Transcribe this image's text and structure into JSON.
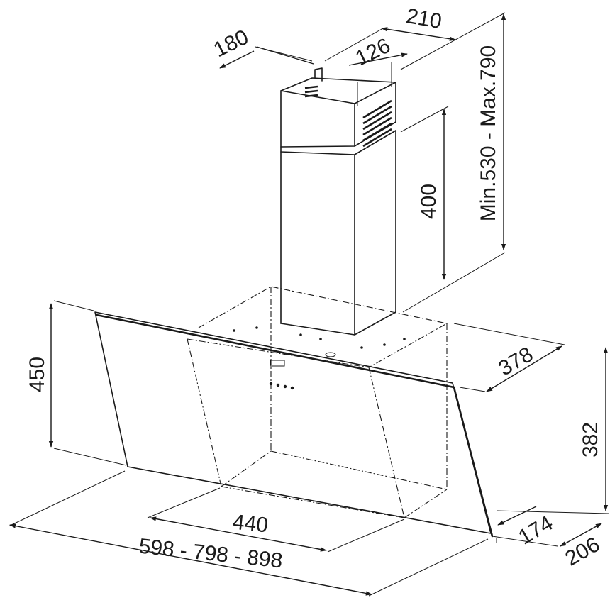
{
  "dimensions": {
    "duct_depth": "180",
    "duct_width": "210",
    "outlet_width": "126",
    "duct_adjust": "Min.530 - Max.790",
    "duct_lower": "400",
    "glass_height": "450",
    "body_depth": "378",
    "total_height": "382",
    "inner_width": "440",
    "total_width": "598 - 798 - 898",
    "glass_depth": "174",
    "bottom_depth": "206"
  },
  "colors": {
    "line": "#1a1a1a",
    "background": "#ffffff"
  }
}
